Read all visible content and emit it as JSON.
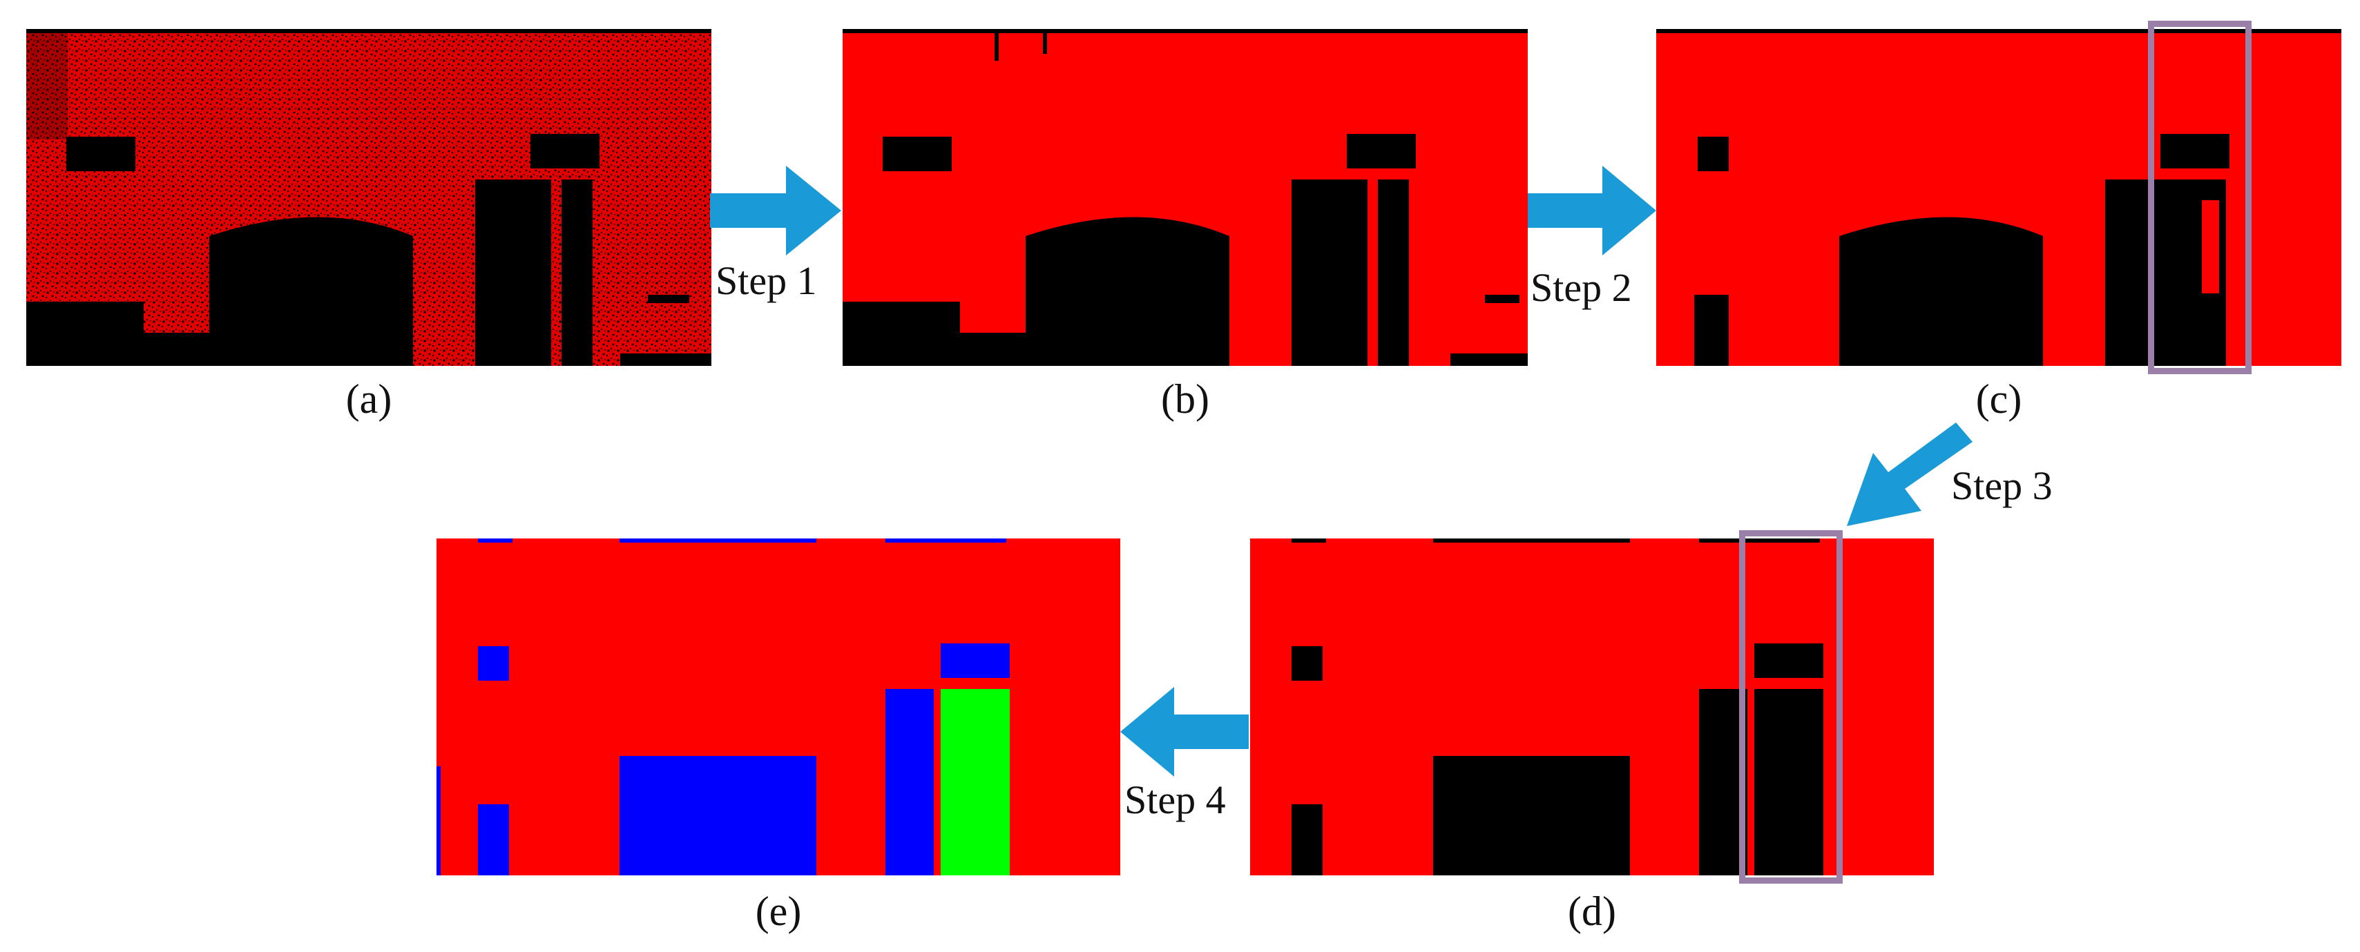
{
  "figure": {
    "panels": [
      {
        "id": "a",
        "caption": "(a)"
      },
      {
        "id": "b",
        "caption": "(b)"
      },
      {
        "id": "c",
        "caption": "(c)"
      },
      {
        "id": "d",
        "caption": "(d)"
      },
      {
        "id": "e",
        "caption": "(e)"
      }
    ],
    "steps": [
      {
        "label": "Step 1",
        "from": "a",
        "to": "b"
      },
      {
        "label": "Step 2",
        "from": "b",
        "to": "c"
      },
      {
        "label": "Step 3",
        "from": "c",
        "to": "d"
      },
      {
        "label": "Step 4",
        "from": "d",
        "to": "e"
      }
    ],
    "colors": {
      "wall": "#ff0000",
      "opening": "#000000",
      "window": "#0000ff",
      "door": "#00ff00",
      "arrow": "#1a9ad6",
      "highlight": "#9a7fa8"
    }
  }
}
